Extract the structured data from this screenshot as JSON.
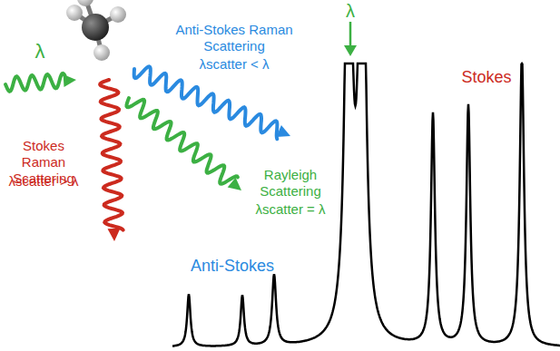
{
  "diagram": {
    "labels": [
      "λ",
      "Anti-Stokes Raman Scattering",
      "λscatter < λ",
      "Stokes Raman Scattering",
      "λscatter > λ",
      "Rayleigh Scattering",
      "λscatter = λ",
      "λ",
      "Stokes",
      "Anti-Stokes"
    ]
  }
}
